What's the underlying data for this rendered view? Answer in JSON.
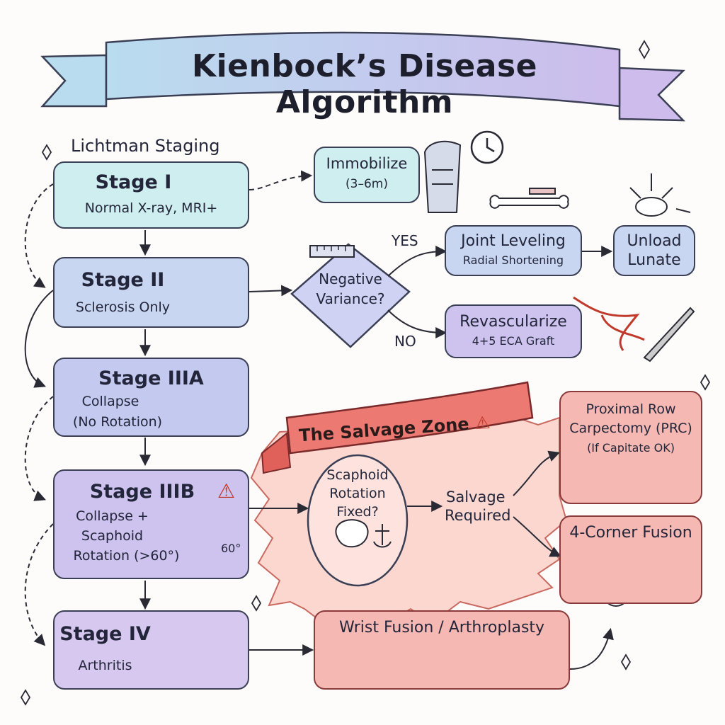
{
  "title": "Kienbock’s Disease Algorithm",
  "staging_label": "Lichtman Staging",
  "stages": {
    "s1": {
      "title": "Stage I",
      "sub": "Normal X-ray, MRI+"
    },
    "s2": {
      "title": "Stage II",
      "sub": "Sclerosis Only"
    },
    "s3a": {
      "title": "Stage IIIA",
      "sub1": "Collapse",
      "sub2": "(No Rotation)"
    },
    "s3b": {
      "title": "Stage IIIB",
      "sub1": "Collapse +",
      "sub2": "Scaphoid",
      "sub3": "Rotation (>60°)",
      "angle": "60°"
    },
    "s4": {
      "title": "Stage IV",
      "sub": "Arthritis"
    }
  },
  "immobilize": {
    "line1": "Immobilize",
    "line2": "(3–6m)"
  },
  "decision": {
    "line1": "Negative",
    "line2": "Variance?",
    "yes": "YES",
    "no": "NO"
  },
  "joint_leveling": {
    "line1": "Joint Leveling",
    "line2": "Radial Shortening"
  },
  "unload": {
    "line1": "Unload",
    "line2": "Lunate"
  },
  "revascularize": {
    "line1": "Revascularize",
    "line2": "4+5 ECA Graft"
  },
  "salvage_zone": {
    "banner": "The Salvage Zone",
    "circle1": "Scaphoid",
    "circle2": "Rotation",
    "circle3": "Fixed?",
    "required1": "Salvage",
    "required2": "Required"
  },
  "prc": {
    "line1": "Proximal Row",
    "line2": "Carpectomy (PRC)",
    "line3": "(If Capitate OK)"
  },
  "four_corner": {
    "label": "4-Corner Fusion"
  },
  "wrist_fusion": {
    "label": "Wrist Fusion / Arthroplasty"
  },
  "colors": {
    "teal": "#cfeef0",
    "blue": "#c9d6f1",
    "purple": "#cdc3ee",
    "red": "#f6b8b2",
    "banner": "#c8c6ee"
  }
}
